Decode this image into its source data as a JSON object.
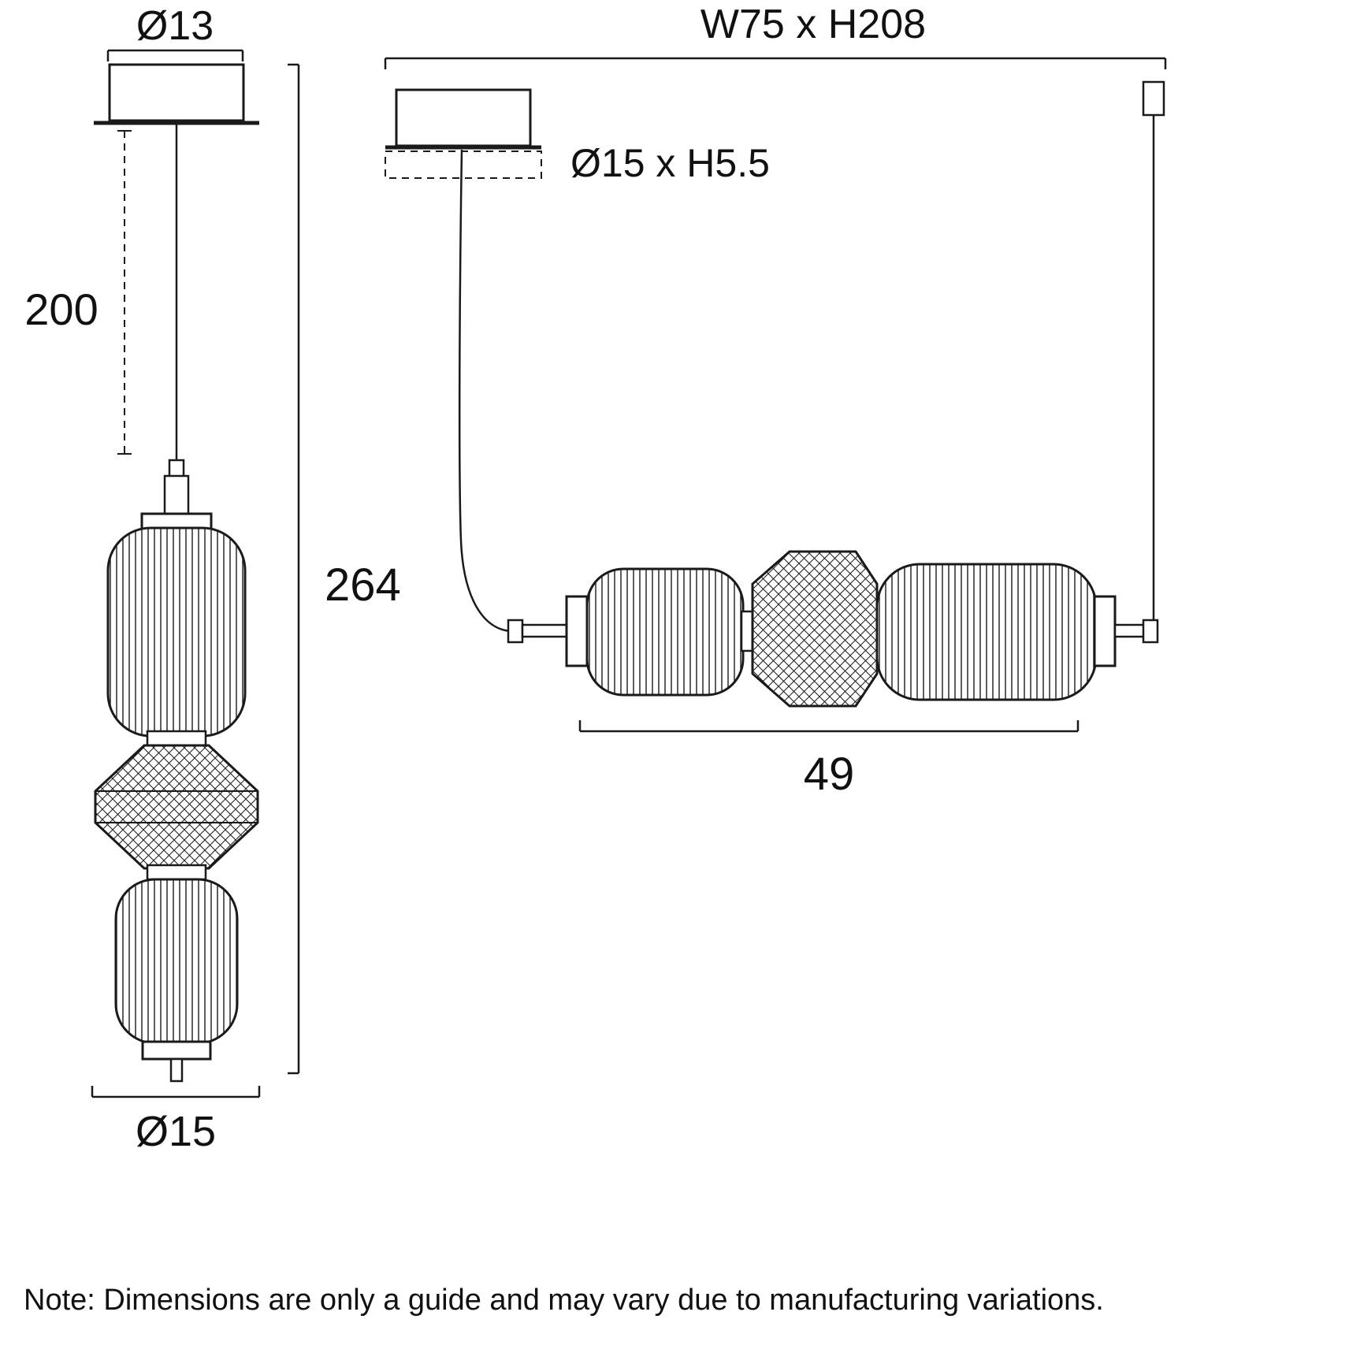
{
  "colors": {
    "ink": "#1a1a1a",
    "background": "#ffffff"
  },
  "left_view": {
    "canopy_diameter": "Ø13",
    "drop_length": "200",
    "total_height": "264",
    "shade_diameter": "Ø15"
  },
  "right_view": {
    "overall_size": "W75 x H208",
    "canopy_size": "Ø15 x H5.5",
    "shade_width": "49"
  },
  "note": "Note: Dimensions are only a guide and may vary due to manufacturing variations."
}
